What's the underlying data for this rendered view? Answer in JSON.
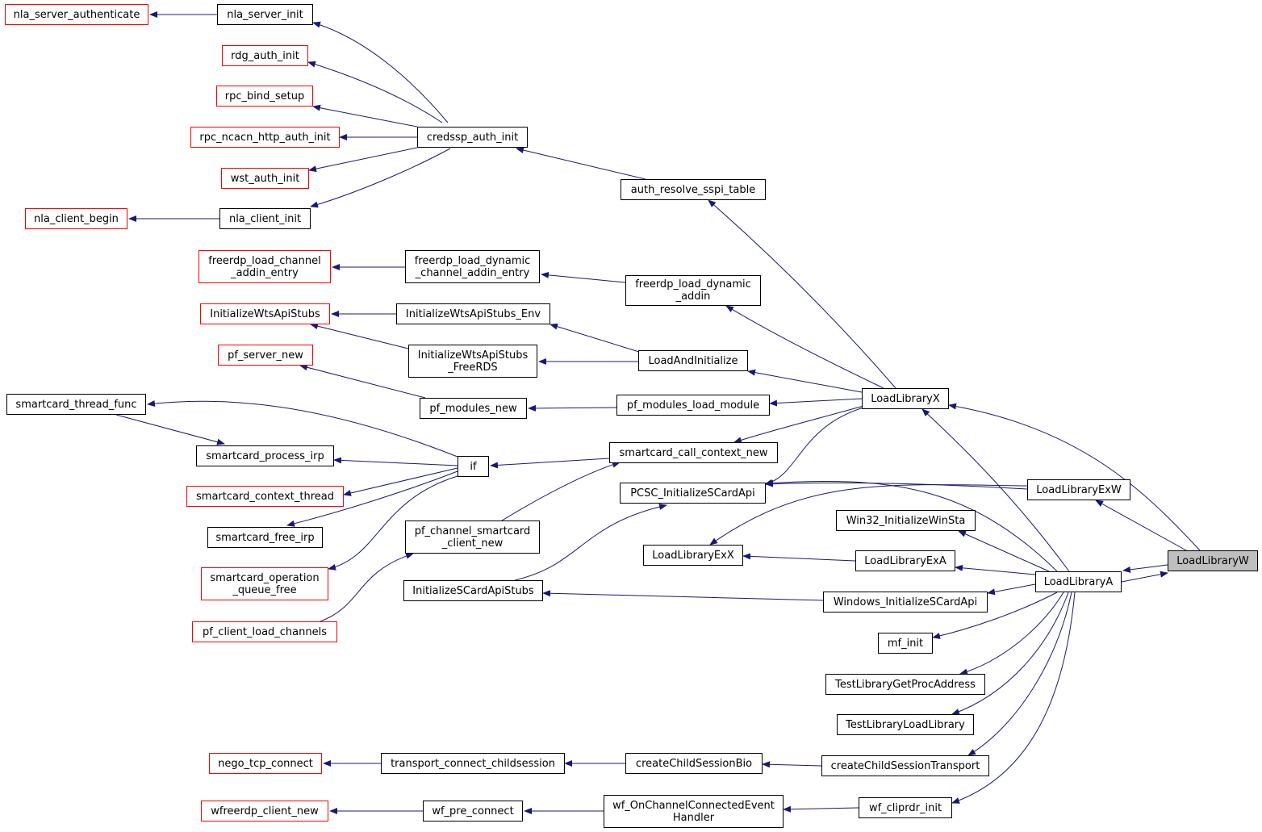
{
  "diagram": {
    "type": "doxygen-caller-graph",
    "edge_color": "#191970",
    "border_colors": {
      "normal": "#000000",
      "truncated": "#ff0000",
      "focus_fill": "#bfbfbf"
    },
    "nodes": [
      {
        "id": "nla_server_authenticate",
        "label": "nla_server_authenticate",
        "style": "red"
      },
      {
        "id": "nla_server_init",
        "label": "nla_server_init",
        "style": "normal"
      },
      {
        "id": "rdg_auth_init",
        "label": "rdg_auth_init",
        "style": "red"
      },
      {
        "id": "rpc_bind_setup",
        "label": "rpc_bind_setup",
        "style": "red"
      },
      {
        "id": "rpc_ncacn_http_auth_init",
        "label": "rpc_ncacn_http_auth_init",
        "style": "red"
      },
      {
        "id": "credssp_auth_init",
        "label": "credssp_auth_init",
        "style": "normal"
      },
      {
        "id": "wst_auth_init",
        "label": "wst_auth_init",
        "style": "red"
      },
      {
        "id": "nla_client_begin",
        "label": "nla_client_begin",
        "style": "red"
      },
      {
        "id": "nla_client_init",
        "label": "nla_client_init",
        "style": "normal"
      },
      {
        "id": "auth_resolve_sspi_table",
        "label": "auth_resolve_sspi_table",
        "style": "normal"
      },
      {
        "id": "freerdp_load_channel_addin_entry",
        "label": "freerdp_load_channel\n_addin_entry",
        "style": "red"
      },
      {
        "id": "freerdp_load_dynamic_channel_addin_entry",
        "label": "freerdp_load_dynamic\n_channel_addin_entry",
        "style": "normal"
      },
      {
        "id": "freerdp_load_dynamic_addin",
        "label": "freerdp_load_dynamic\n_addin",
        "style": "normal"
      },
      {
        "id": "InitializeWtsApiStubs",
        "label": "InitializeWtsApiStubs",
        "style": "red"
      },
      {
        "id": "InitializeWtsApiStubs_Env",
        "label": "InitializeWtsApiStubs_Env",
        "style": "normal"
      },
      {
        "id": "InitializeWtsApiStubs_FreeRDS",
        "label": "InitializeWtsApiStubs\n_FreeRDS",
        "style": "normal"
      },
      {
        "id": "LoadAndInitialize",
        "label": "LoadAndInitialize",
        "style": "normal"
      },
      {
        "id": "pf_server_new",
        "label": "pf_server_new",
        "style": "red"
      },
      {
        "id": "smartcard_thread_func",
        "label": "smartcard_thread_func",
        "style": "normal"
      },
      {
        "id": "pf_modules_new",
        "label": "pf_modules_new",
        "style": "normal"
      },
      {
        "id": "pf_modules_load_module",
        "label": "pf_modules_load_module",
        "style": "normal"
      },
      {
        "id": "LoadLibraryX",
        "label": "LoadLibraryX",
        "style": "normal"
      },
      {
        "id": "smartcard_call_context_new",
        "label": "smartcard_call_context_new",
        "style": "normal"
      },
      {
        "id": "smartcard_process_irp",
        "label": "smartcard_process_irp",
        "style": "normal"
      },
      {
        "id": "if",
        "label": "if",
        "style": "normal"
      },
      {
        "id": "PCSC_InitializeSCardApi",
        "label": "PCSC_InitializeSCardApi",
        "style": "normal"
      },
      {
        "id": "LoadLibraryExW",
        "label": "LoadLibraryExW",
        "style": "normal"
      },
      {
        "id": "smartcard_context_thread",
        "label": "smartcard_context_thread",
        "style": "red"
      },
      {
        "id": "smartcard_free_irp",
        "label": "smartcard_free_irp",
        "style": "normal"
      },
      {
        "id": "pf_channel_smartcard_client_new",
        "label": "pf_channel_smartcard\n_client_new",
        "style": "normal"
      },
      {
        "id": "Win32_InitializeWinSta",
        "label": "Win32_InitializeWinSta",
        "style": "normal"
      },
      {
        "id": "LoadLibraryExX",
        "label": "LoadLibraryExX",
        "style": "normal"
      },
      {
        "id": "LoadLibraryExA",
        "label": "LoadLibraryExA",
        "style": "normal"
      },
      {
        "id": "LoadLibraryW",
        "label": "LoadLibraryW",
        "style": "gray"
      },
      {
        "id": "smartcard_operation_queue_free",
        "label": "smartcard_operation\n_queue_free",
        "style": "red"
      },
      {
        "id": "LoadLibraryA",
        "label": "LoadLibraryA",
        "style": "normal"
      },
      {
        "id": "InitializeSCardApiStubs",
        "label": "InitializeSCardApiStubs",
        "style": "normal"
      },
      {
        "id": "Windows_InitializeSCardApi",
        "label": "Windows_InitializeSCardApi",
        "style": "normal"
      },
      {
        "id": "pf_client_load_channels",
        "label": "pf_client_load_channels",
        "style": "red"
      },
      {
        "id": "mf_init",
        "label": "mf_init",
        "style": "normal"
      },
      {
        "id": "TestLibraryGetProcAddress",
        "label": "TestLibraryGetProcAddress",
        "style": "normal"
      },
      {
        "id": "TestLibraryLoadLibrary",
        "label": "TestLibraryLoadLibrary",
        "style": "normal"
      },
      {
        "id": "nego_tcp_connect",
        "label": "nego_tcp_connect",
        "style": "red"
      },
      {
        "id": "transport_connect_childsession",
        "label": "transport_connect_childsession",
        "style": "normal"
      },
      {
        "id": "createChildSessionBio",
        "label": "createChildSessionBio",
        "style": "normal"
      },
      {
        "id": "createChildSessionTransport",
        "label": "createChildSessionTransport",
        "style": "normal"
      },
      {
        "id": "wfreerdp_client_new",
        "label": "wfreerdp_client_new",
        "style": "red"
      },
      {
        "id": "wf_pre_connect",
        "label": "wf_pre_connect",
        "style": "normal"
      },
      {
        "id": "wf_OnChannelConnectedEventHandler",
        "label": "wf_OnChannelConnectedEvent\nHandler",
        "style": "normal"
      },
      {
        "id": "wf_cliprdr_init",
        "label": "wf_cliprdr_init",
        "style": "normal"
      }
    ]
  }
}
